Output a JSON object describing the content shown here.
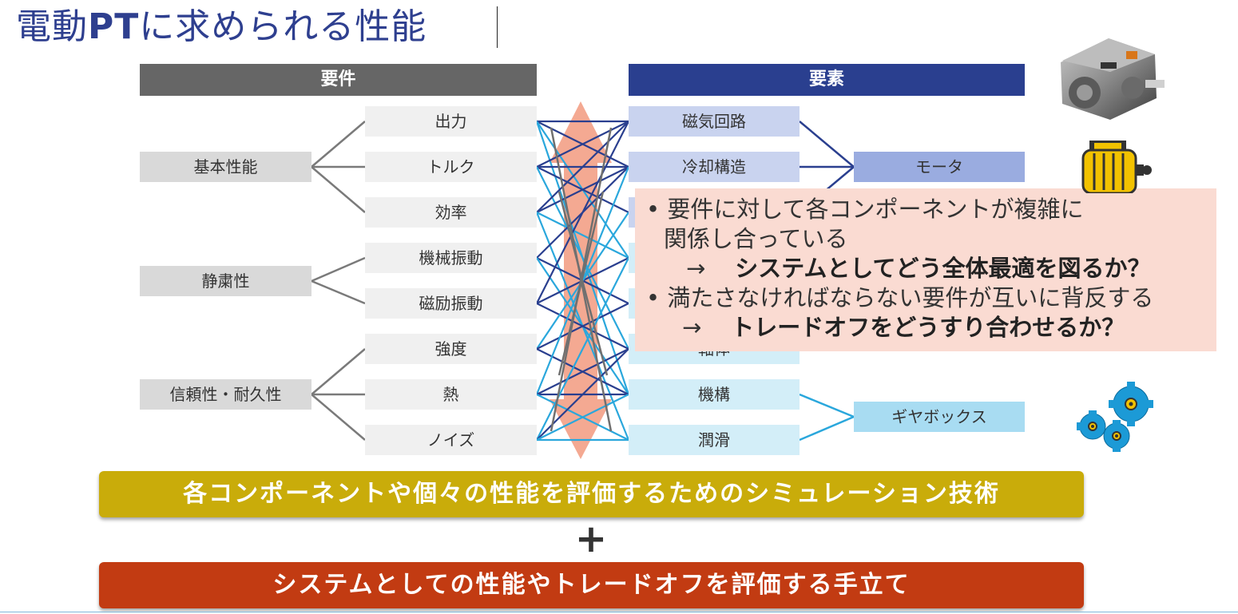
{
  "title": {
    "main": "電動",
    "bold": "PT",
    "rest": "に求められる性能"
  },
  "headers": {
    "requirements": "要件",
    "elements": "要素"
  },
  "categories": [
    "基本性能",
    "静粛性",
    "信頼性・耐久性"
  ],
  "requirements": [
    "出力",
    "トルク",
    "効率",
    "機械振動",
    "磁励振動",
    "強度",
    "熱",
    "ノイズ"
  ],
  "elements": [
    "磁気回路",
    "冷却構造",
    "",
    "",
    "",
    "",
    "機構",
    "潤滑"
  ],
  "elements_partial": {
    "item6": "軸体"
  },
  "components": {
    "motor": "モータ",
    "gearbox": "ギヤボックス"
  },
  "callout": {
    "line1": "• 要件に対して各コンポーネントが複雑に",
    "line2": "関係し合っている",
    "line3_arrow": "→",
    "line3_bold": "システムとしてどう全体最適を図るか？",
    "line4": "• 満たさなければならない要件が互いに背反する",
    "line5_arrow": "→",
    "line5_bold": "トレードオフをどうすり合わせるか？"
  },
  "banner_simulation": "各コンポーネントや個々の性能を評価するためのシミュレーション技術",
  "plus": "+",
  "banner_tradeoff": "システムとしての性能やトレードオフを評価する手立て",
  "colors": {
    "title": "#2e3f8f",
    "header_req": "#666666",
    "header_elem": "#2a3f8f",
    "banner_sim": "#c9ac0a",
    "banner_trade": "#c23b12",
    "callout_bg": "#fadbd2",
    "arrow": "#f3a48c",
    "line_dark": "#2a3f8f",
    "line_light": "#2aa7dc",
    "line_gray": "#707070"
  },
  "icons": [
    "motor-photo-icon",
    "motor-icon",
    "gears-icon"
  ]
}
